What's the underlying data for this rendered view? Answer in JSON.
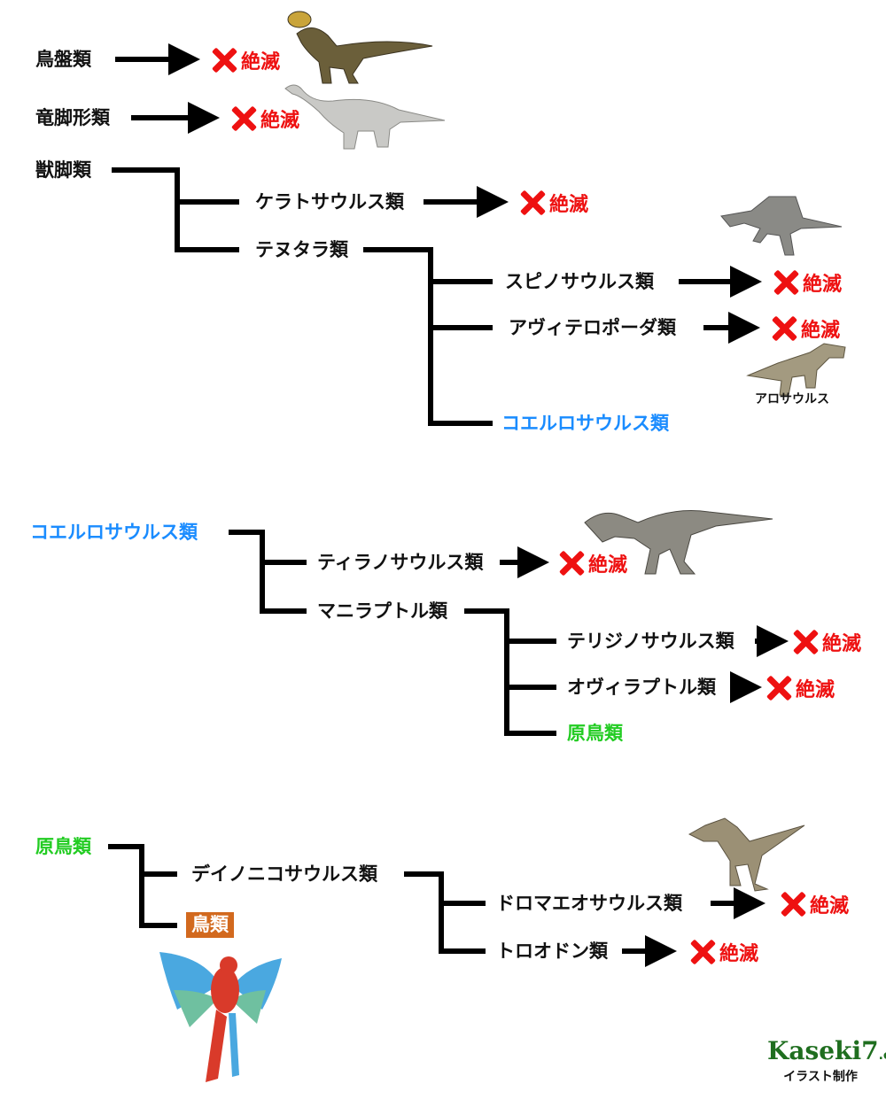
{
  "extinct_label": "絶滅",
  "section1": {
    "ornithischia": "鳥盤類",
    "sauropodomorpha": "竜脚形類",
    "theropoda": "獣脚類",
    "ceratosauria": "ケラトサウルス類",
    "tetanurae": "テヌタラ類",
    "spinosauroidea": "スピノサウルス類",
    "avetheropoda": "アヴィテロポーダ類",
    "allosaurus_caption": "アロサウルス",
    "coelurosauria": "コエルロサウルス類"
  },
  "section2": {
    "coelurosauria": "コエルロサウルス類",
    "tyrannosauroidea": "ティラノサウルス類",
    "maniraptora": "マニラプトル類",
    "therizinosauria": "テリジノサウルス類",
    "oviraptorosauria": "オヴィラプトル類",
    "paraves": "原鳥類"
  },
  "section3": {
    "paraves": "原鳥類",
    "deinonychosauria": "デイノニコサウルス類",
    "aves": "鳥類",
    "dromaeosauridae": "ドロマエオサウルス類",
    "troodontidae": "トロオドン類"
  },
  "credit": {
    "logo_text": "Kaseki7",
    "logo_domain": ".com",
    "caption": "イラスト制作"
  },
  "colors": {
    "extinct": "#ee1111",
    "coelurosauria": "#1a8cff",
    "paraves": "#22cc22",
    "aves_badge": "#d2691e"
  }
}
